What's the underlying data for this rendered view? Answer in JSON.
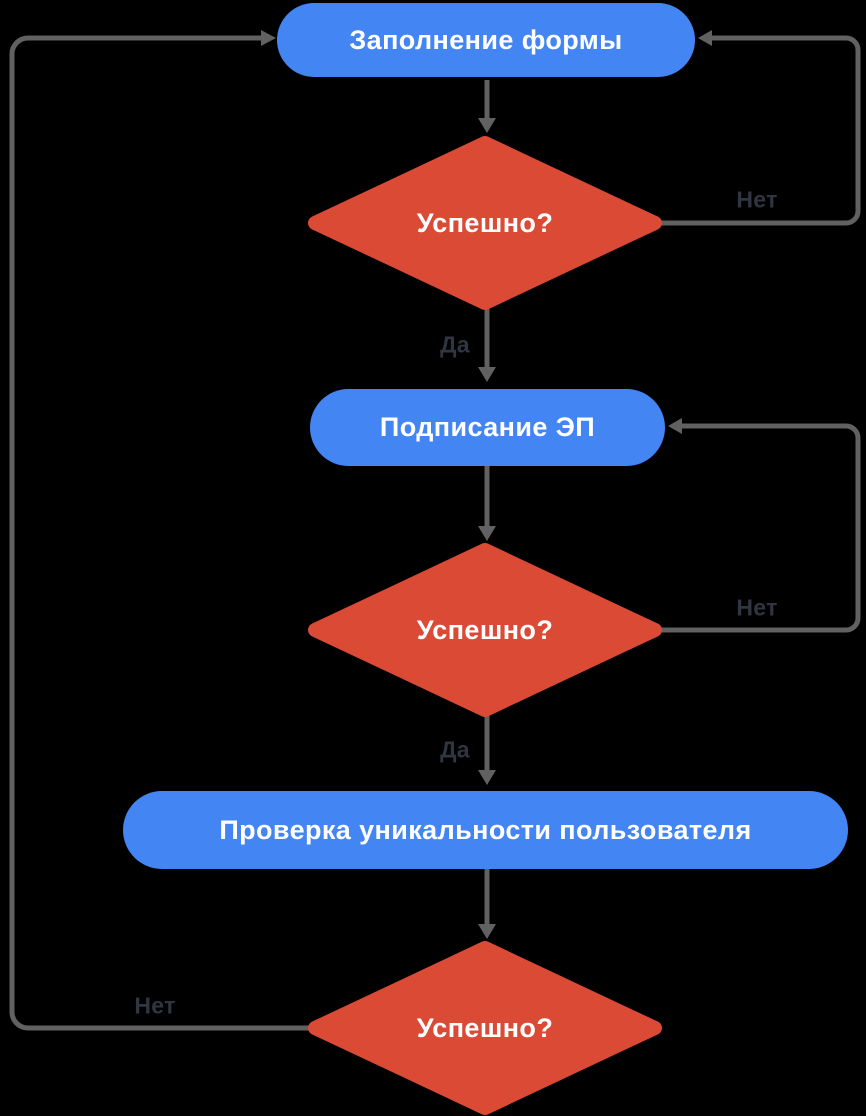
{
  "diagram": {
    "title": "Registration flow",
    "background": "#000000",
    "colors": {
      "background": "#000000",
      "process_fill": "#4485F4",
      "decision_fill": "#DB4A35",
      "connector": "#616161",
      "node_text": "#FFFFFF",
      "edge_label_text": "#2F3541"
    },
    "nodes": [
      {
        "id": "fill-form",
        "type": "process",
        "label": "Заполнение формы"
      },
      {
        "id": "check-1",
        "type": "decision",
        "label": "Успешно?"
      },
      {
        "id": "sign-ep",
        "type": "process",
        "label": "Подписание ЭП"
      },
      {
        "id": "check-2",
        "type": "decision",
        "label": "Успешно?"
      },
      {
        "id": "uniqueness",
        "type": "process",
        "label": "Проверка уникальности пользователя"
      },
      {
        "id": "check-3",
        "type": "decision",
        "label": "Успешно?"
      }
    ],
    "edges": [
      {
        "from": "fill-form",
        "to": "check-1",
        "label": ""
      },
      {
        "from": "check-1",
        "to": "sign-ep",
        "label": "Да"
      },
      {
        "from": "check-1",
        "to": "fill-form",
        "label": "Нет"
      },
      {
        "from": "sign-ep",
        "to": "check-2",
        "label": ""
      },
      {
        "from": "check-2",
        "to": "uniqueness",
        "label": "Да"
      },
      {
        "from": "check-2",
        "to": "sign-ep",
        "label": "Нет"
      },
      {
        "from": "uniqueness",
        "to": "check-3",
        "label": ""
      },
      {
        "from": "check-3",
        "to": "fill-form",
        "label": "Нет"
      }
    ]
  }
}
